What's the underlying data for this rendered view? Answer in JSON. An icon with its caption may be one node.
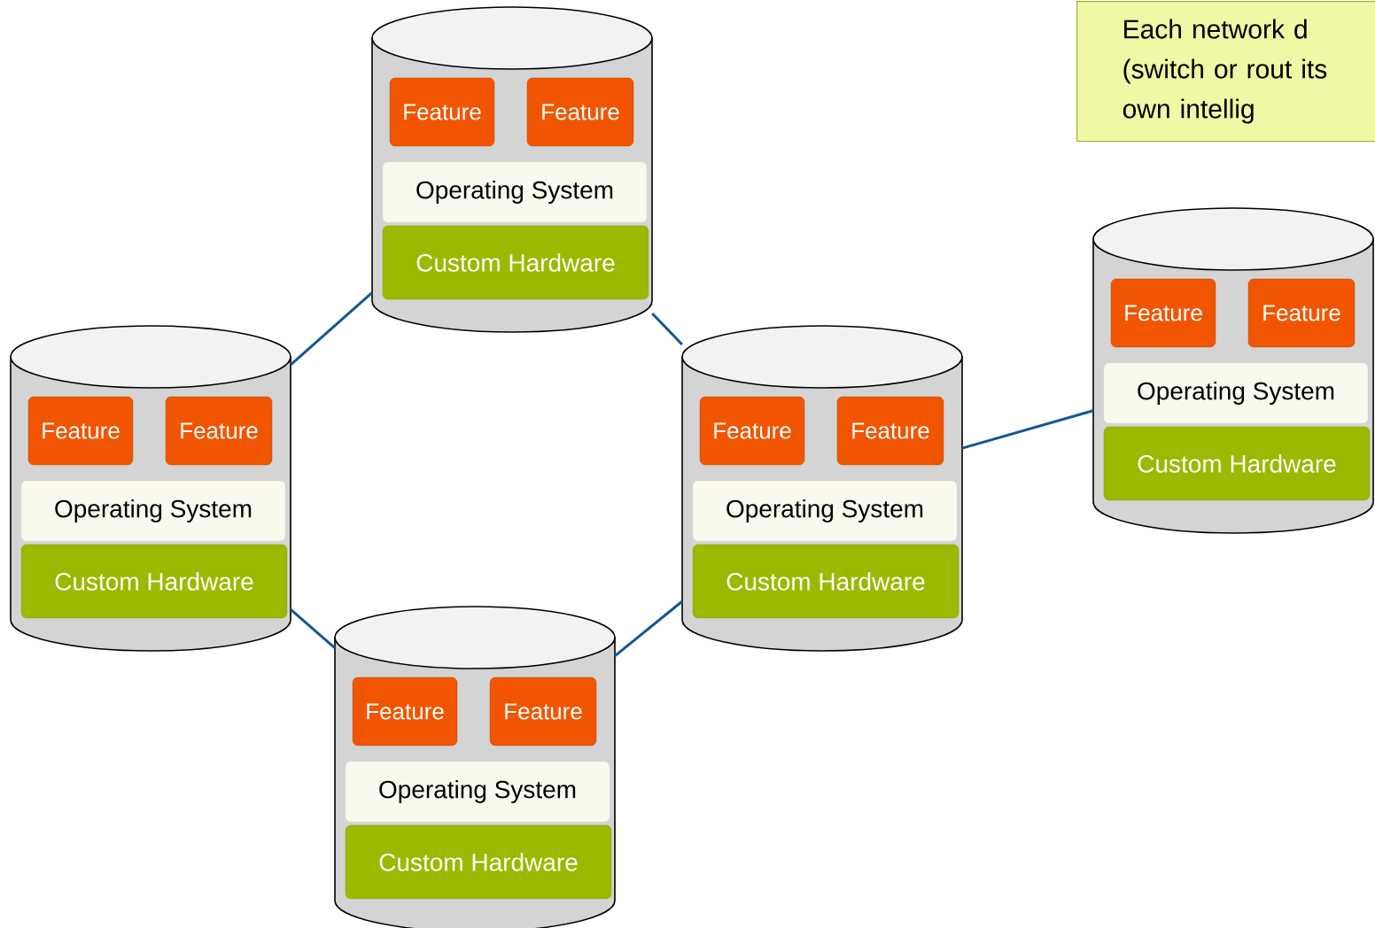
{
  "diagram": {
    "nodes": [
      {
        "text": [],
        "shape": "cylinder"
      },
      {
        "text": [
          "Feature"
        ],
        "in": 0
      },
      {
        "text": [
          "Feature"
        ],
        "in": 0
      },
      {
        "text": [
          "Operating System"
        ],
        "in": 0
      },
      {
        "text": [
          "Custom Hardware"
        ],
        "in": 0
      },
      {
        "text": [
          "Each network d (switch or rout its own intellig"
        ]
      },
      {
        "text": [],
        "shape": "cylinder"
      },
      {
        "text": [
          "Feature"
        ],
        "in": 6
      },
      {
        "text": [
          "Feature"
        ],
        "in": 6
      },
      {
        "text": [
          "Operating System"
        ],
        "in": 6
      },
      {
        "text": [
          "Custom Hardware"
        ],
        "in": 6
      },
      {
        "text": [],
        "shape": "cylinder"
      },
      {
        "text": [
          "Feature"
        ],
        "in": 11
      },
      {
        "text": [
          "Feature"
        ],
        "in": 11
      },
      {
        "text": [
          "Operating System"
        ],
        "in": 11
      },
      {
        "text": [
          "Custom Hardware"
        ],
        "in": 11
      },
      {
        "text": [],
        "shape": "cylinder"
      },
      {
        "text": [
          "Feature"
        ],
        "in": 16
      },
      {
        "text": [
          "Feature"
        ],
        "in": 16
      },
      {
        "text": [
          "Operating System"
        ],
        "in": 16
      },
      {
        "text": [
          "Custom Hardware"
        ],
        "in": 16
      },
      {
        "text": [],
        "shape": "cylinder"
      },
      {
        "text": [
          "Feature"
        ],
        "in": 21
      },
      {
        "text": [
          "Feature"
        ],
        "in": 21
      },
      {
        "text": [
          "Operating System"
        ],
        "in": 21
      },
      {
        "text": [
          "Custom Hardware"
        ],
        "in": 21
      }
    ],
    "edges": [
      {
        "from": 11,
        "to": 0,
        "arrow": "none"
      },
      {
        "from": 0,
        "to": 16,
        "arrow": "none"
      },
      {
        "from": 11,
        "to": 21,
        "arrow": "none"
      },
      {
        "from": 21,
        "to": 16,
        "arrow": "none"
      },
      {
        "from": 16,
        "to": 6,
        "arrow": "none"
      }
    ]
  }
}
